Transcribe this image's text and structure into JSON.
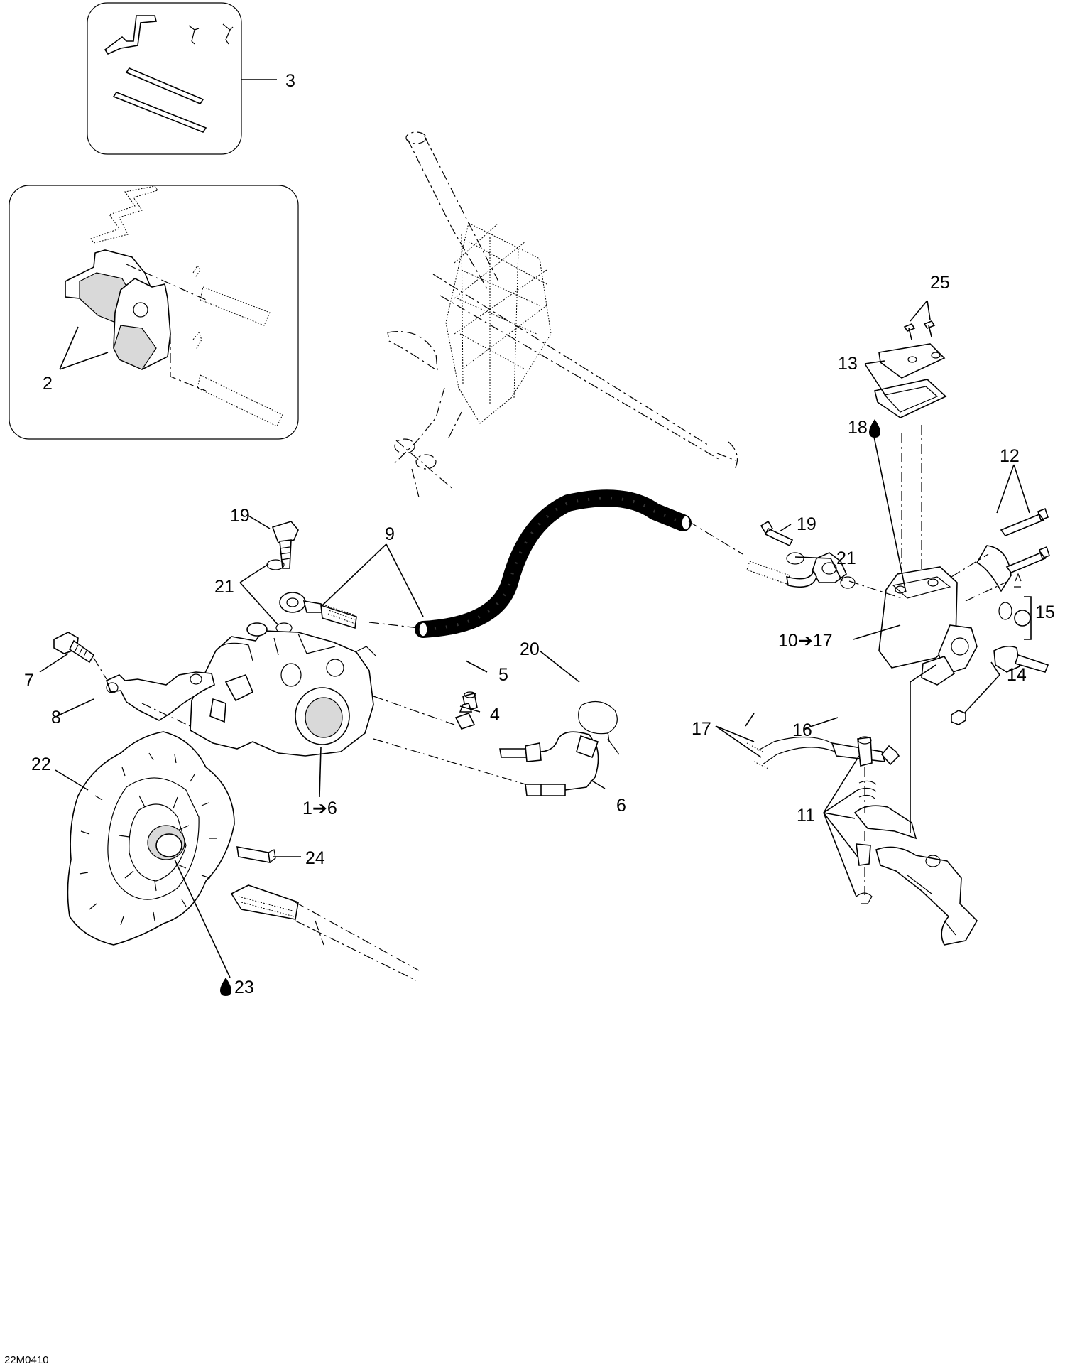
{
  "diagram": {
    "drawing_code": "22M0410",
    "callouts": [
      {
        "id": "c3",
        "text": "3"
      },
      {
        "id": "c2",
        "text": "2"
      },
      {
        "id": "c25",
        "text": "25"
      },
      {
        "id": "c13",
        "text": "13"
      },
      {
        "id": "c18",
        "text": "18"
      },
      {
        "id": "c12",
        "text": "12"
      },
      {
        "id": "c19a",
        "text": "19"
      },
      {
        "id": "c19b",
        "text": "19"
      },
      {
        "id": "c9",
        "text": "9"
      },
      {
        "id": "c21a",
        "text": "21"
      },
      {
        "id": "c21b",
        "text": "21"
      },
      {
        "id": "c15",
        "text": "15"
      },
      {
        "id": "c10",
        "text": "10➔17"
      },
      {
        "id": "c20",
        "text": "20"
      },
      {
        "id": "c7",
        "text": "7"
      },
      {
        "id": "c5",
        "text": "5"
      },
      {
        "id": "c14",
        "text": "14"
      },
      {
        "id": "c8",
        "text": "8"
      },
      {
        "id": "c4",
        "text": "4"
      },
      {
        "id": "c17",
        "text": "17"
      },
      {
        "id": "c16",
        "text": "16"
      },
      {
        "id": "c22",
        "text": "22"
      },
      {
        "id": "c6",
        "text": "6"
      },
      {
        "id": "c1",
        "text": "1➔6"
      },
      {
        "id": "c11",
        "text": "11"
      },
      {
        "id": "c24",
        "text": "24"
      },
      {
        "id": "c23",
        "text": "23"
      }
    ]
  }
}
